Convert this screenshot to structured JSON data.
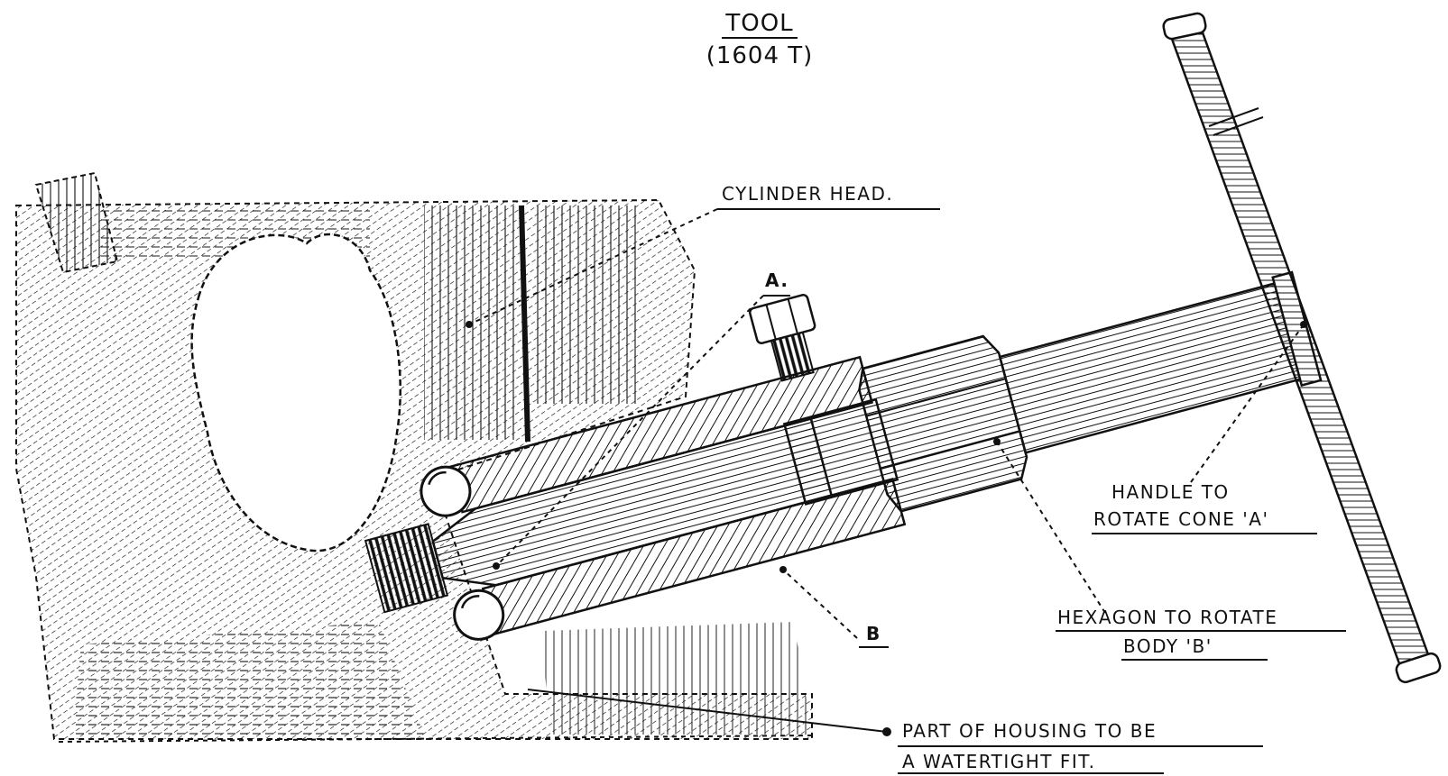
{
  "title": {
    "line1": "TOOL",
    "line2": "(1604 T)"
  },
  "labels": {
    "cylinder_head": "CYLINDER HEAD.",
    "cone_a": "A.",
    "body_b": "B",
    "handle_line1": "HANDLE TO",
    "handle_line2": "ROTATE CONE 'A'",
    "hexagon_line1": "HEXAGON TO ROTATE",
    "hexagon_line2": "BODY 'B'",
    "housing_line1": "PART OF HOUSING TO BE",
    "housing_line2": "A WATERTIGHT FIT."
  },
  "colors": {
    "ink": "#111111",
    "paper": "#ffffff"
  }
}
